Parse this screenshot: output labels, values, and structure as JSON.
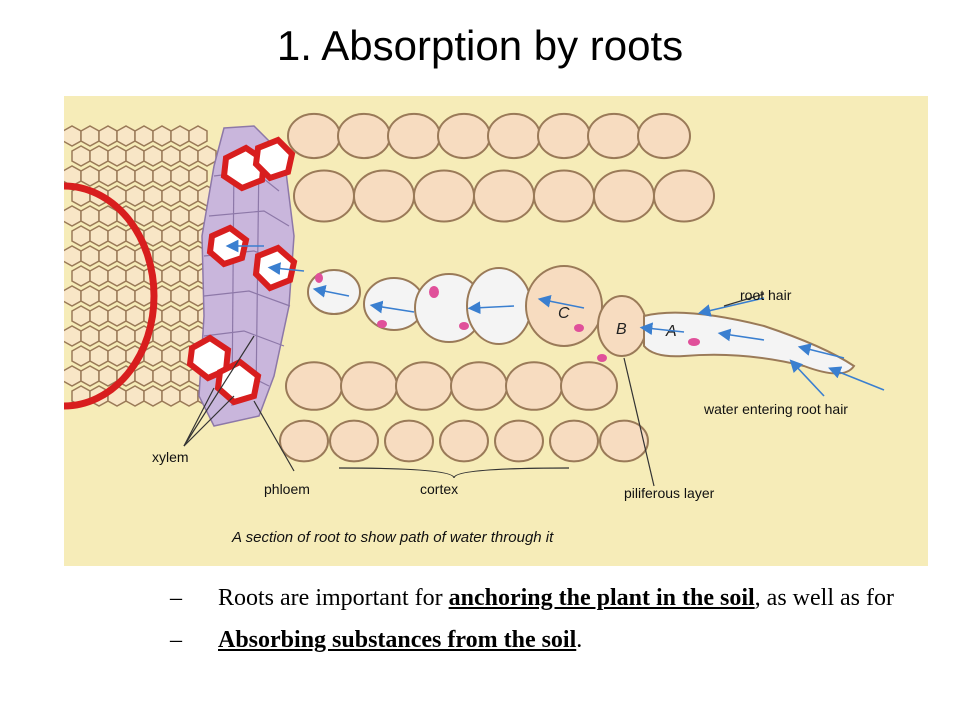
{
  "slide": {
    "title": "1. Absorption by roots"
  },
  "figure": {
    "labels": {
      "root_hair": "root hair",
      "water_entering": "water entering root hair",
      "xylem": "xylem",
      "phloem": "phloem",
      "cortex": "cortex",
      "piliferous": "piliferous layer"
    },
    "cell_letters": {
      "a": "A",
      "b": "B",
      "c": "C"
    },
    "caption": "A section of root to show path of water through it",
    "colors": {
      "background": "#f6ecb8",
      "cell_fill": "#f7dcc0",
      "cell_stroke": "#9a7a58",
      "xylem_red": "#d81e1e",
      "phloem_purple": "#c9b6dc",
      "arrow_blue": "#3a7fd0",
      "nucleus_pink": "#e0509a"
    }
  },
  "bullets": [
    {
      "dash": "–",
      "before": "Roots are important for ",
      "emphasis": "anchoring the plant in the soil",
      "after": ", as well as for"
    },
    {
      "dash": "–",
      "before": "",
      "emphasis": "Absorbing substances from the soil",
      "after": "."
    }
  ]
}
